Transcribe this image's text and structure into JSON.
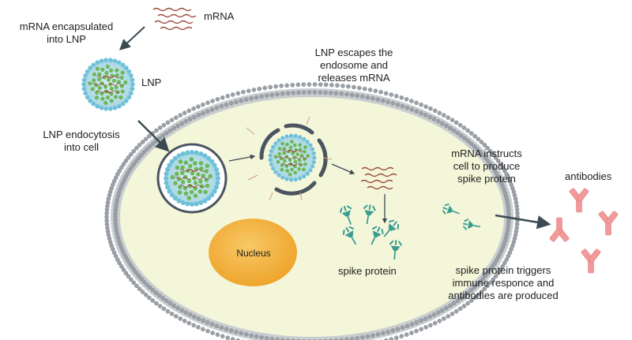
{
  "labels": {
    "mrna": "mRNA",
    "mrna_encapsulated": [
      "mRNA encapsulated",
      "into LNP"
    ],
    "lnp": "LNP",
    "lnp_endocytosis": [
      "LNP endocytosis",
      "into cell"
    ],
    "lnp_escapes": [
      "LNP escapes the",
      "endosome and",
      "releases mRNA"
    ],
    "mrna_instructs": [
      "mRNA instructs",
      "cell to produce",
      "spike protein"
    ],
    "antibodies": "antibodies",
    "nucleus": "Nucleus",
    "spike_protein": "spike protein",
    "spike_triggers": [
      "spike protein triggers",
      "immune responce and",
      "antibodies are produced"
    ]
  },
  "colors": {
    "cytoplasm": "#f4f6da",
    "membrane_head": "#9aa0a6",
    "membrane_tail": "#c9cdd0",
    "nucleus": "#f5b640",
    "endosome": "#4a5560",
    "lnp_core": "#63b44a",
    "lnp_head": "#6ec0d8",
    "mrna": "#9a4a3a",
    "spike": "#3a9d8f",
    "antibody": "#f29a9a",
    "arrow": "#3c4a52"
  },
  "icons": [
    "lnp-particle-icon",
    "mrna-strand-icon",
    "spike-protein-icon",
    "antibody-icon",
    "arrow-icon"
  ]
}
